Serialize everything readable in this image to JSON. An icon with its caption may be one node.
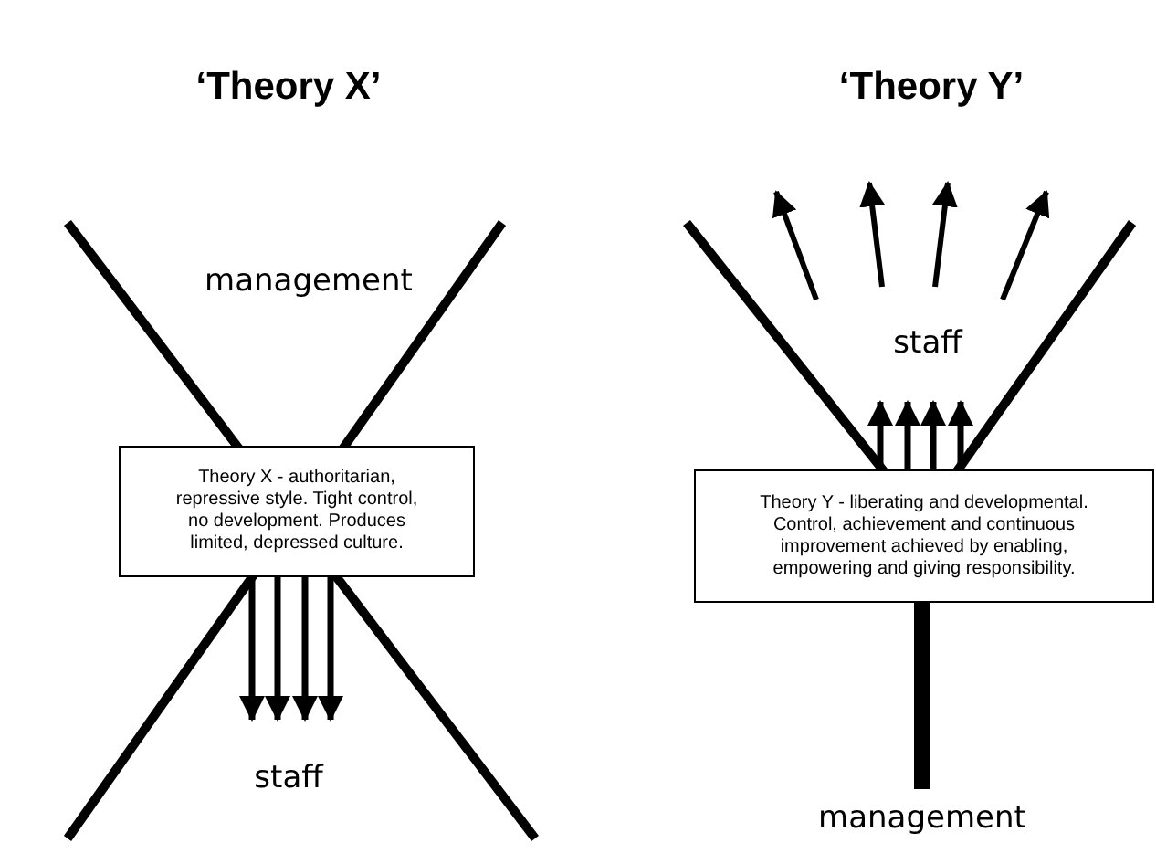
{
  "diagram": {
    "nodes": [
      {
        "text": [
          "Theory X - authoritarian, repressive style.  Tight control, no development.  Produces limited, depressed culture."
        ]
      },
      {
        "text": [
          "management"
        ]
      },
      {
        "text": [
          "staff"
        ]
      },
      {
        "text": [
          "staff"
        ]
      },
      {
        "text": [
          "Theory Y - liberating and  developmental. Control, achievement and continuous improvement achieved by enabling, empowering and giving responsibility."
        ]
      },
      {
        "text": [
          "management"
        ]
      }
    ],
    "edges": [
      {
        "from": 0,
        "to": 2,
        "arrow": "to"
      },
      {
        "from": 0,
        "to": 2,
        "arrow": "to"
      },
      {
        "from": 0,
        "to": 2,
        "arrow": "to"
      },
      {
        "from": 0,
        "to": 2,
        "arrow": "to"
      },
      {
        "from": 4,
        "to": 3,
        "arrow": "to"
      },
      {
        "from": 4,
        "to": 3,
        "arrow": "to"
      },
      {
        "from": 4,
        "to": 3,
        "arrow": "to"
      },
      {
        "from": 4,
        "to": 3,
        "arrow": "to"
      },
      {
        "from": 5,
        "to": 4,
        "arrow": "none",
        "style": "thick"
      }
    ],
    "labels": [
      "‘Theory X’",
      "‘Theory Y’"
    ]
  }
}
